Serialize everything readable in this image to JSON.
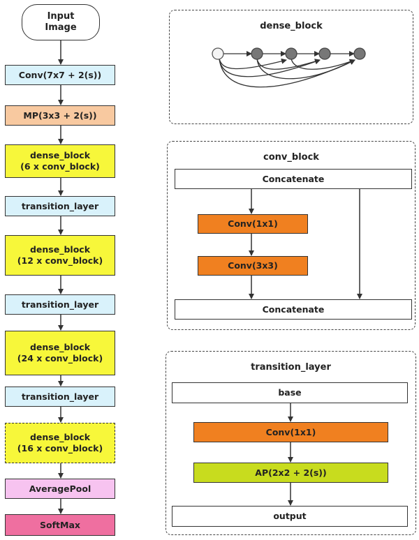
{
  "backbone": {
    "input": "Input\nImage",
    "conv": "Conv(7x7 + 2(s))",
    "maxpool": "MP(3x3 + 2(s))",
    "dense1": "dense_block\n(6 x conv_block)",
    "trans1": "transition_layer",
    "dense2": "dense_block\n(12 x conv_block)",
    "trans2": "transition_layer",
    "dense3": "dense_block\n(24 x conv_block)",
    "trans3": "transition_layer",
    "dense4": "dense_block\n(16 x conv_block)",
    "avgpool": "AveragePool",
    "softmax": "SoftMax"
  },
  "dense_block_panel": {
    "title": "dense_block"
  },
  "conv_block_panel": {
    "title": "conv_block",
    "concat_top": "Concatenate",
    "conv1": "Conv(1x1)",
    "conv3": "Conv(3x3)",
    "concat_bottom": "Concatenate"
  },
  "transition_panel": {
    "title": "transition_layer",
    "base": "base",
    "conv1": "Conv(1x1)",
    "ap": "AP(2x2 + 2(s))",
    "output": "output"
  },
  "colors": {
    "light_blue": "#d9f2fb",
    "light_orange": "#f8c9a0",
    "yellow": "#f7f73a",
    "pink": "#f7c3f0",
    "hot_pink": "#ef6fa0",
    "orange": "#f08020",
    "lime": "#c8dc1e",
    "node_grey": "#777777"
  }
}
